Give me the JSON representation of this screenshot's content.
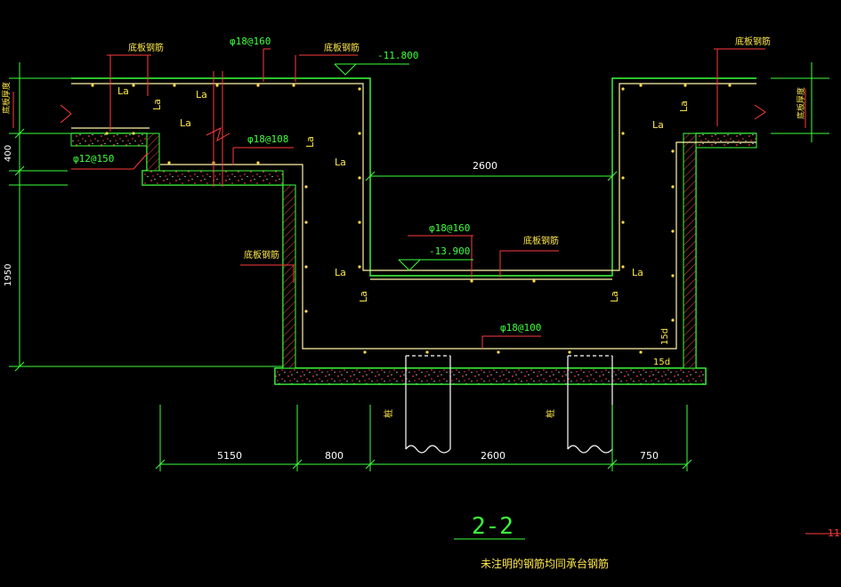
{
  "drawing": {
    "section_title": "2-2",
    "note": "未注明的钢筋均同承台钢筋",
    "cut_label": "-11."
  },
  "rebar": {
    "r_top_left": "φ18@160",
    "r_mid_left": "φ18@108",
    "r_slab": "φ12@150",
    "r_pit": "φ18@160",
    "r_bottom": "φ18@100"
  },
  "levels": {
    "top": "-11.800",
    "pit": "-13.900"
  },
  "dims": {
    "d_2600_top": "2600",
    "d_5150": "5150",
    "d_800": "800",
    "d_2600_bot": "2600",
    "d_750": "750",
    "d_400": "400",
    "d_1950": "1950"
  },
  "marks": {
    "la": "La",
    "d15": "15d",
    "bottom_bar": "底板钢筋",
    "bottom_thickness": "底板厚度",
    "pile": "桩"
  }
}
